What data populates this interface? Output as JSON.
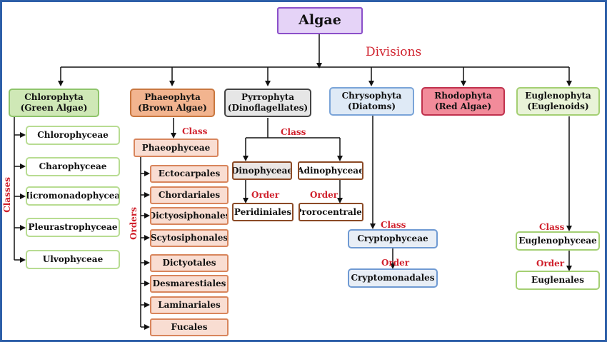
{
  "root": "Algae",
  "divisions_label": "Divisions",
  "divisions": [
    {
      "name": "Chlorophyta",
      "common": "(Green Algae)"
    },
    {
      "name": "Phaeophyta",
      "common": "(Brown Algae)"
    },
    {
      "name": "Pyrrophyta",
      "common": "(Dinoflagellates)"
    },
    {
      "name": "Chrysophyta",
      "common": "(Diatoms)"
    },
    {
      "name": "Rhodophyta",
      "common": "(Red Algae)"
    },
    {
      "name": "Euglenophyta",
      "common": "(Euglenoids)"
    }
  ],
  "labels": {
    "classes": "Classes",
    "orders": "Orders",
    "class": "Class",
    "order": "Order"
  },
  "chlorophyta_classes": [
    "Chlorophyceae",
    "Charophyceae",
    "Micromonadophyceae",
    "Pleurastrophyceae",
    "Ulvophyceae"
  ],
  "phaeophyta_class": "Phaeophyceae",
  "phaeophyta_orders": [
    "Ectocarpales",
    "Chordariales",
    "Dictyosiphonales",
    "Scytosiphonales",
    "Dictyotales",
    "Desmarestiales",
    "Laminariales",
    "Fucales"
  ],
  "pyrrophyta_classes": [
    "Dinophyceae",
    "Adinophyceae"
  ],
  "pyrrophyta_orders": [
    "Peridiniales",
    "Prorocentrales"
  ],
  "chrysophyta_class": "Cryptophyceae",
  "chrysophyta_order": "Cryptomonadales",
  "euglenophyta_class": "Euglenophyceae",
  "euglenophyta_order": "Euglenales",
  "colors": {
    "frame": "#2d5fa8",
    "label_red": "#d0202c"
  }
}
